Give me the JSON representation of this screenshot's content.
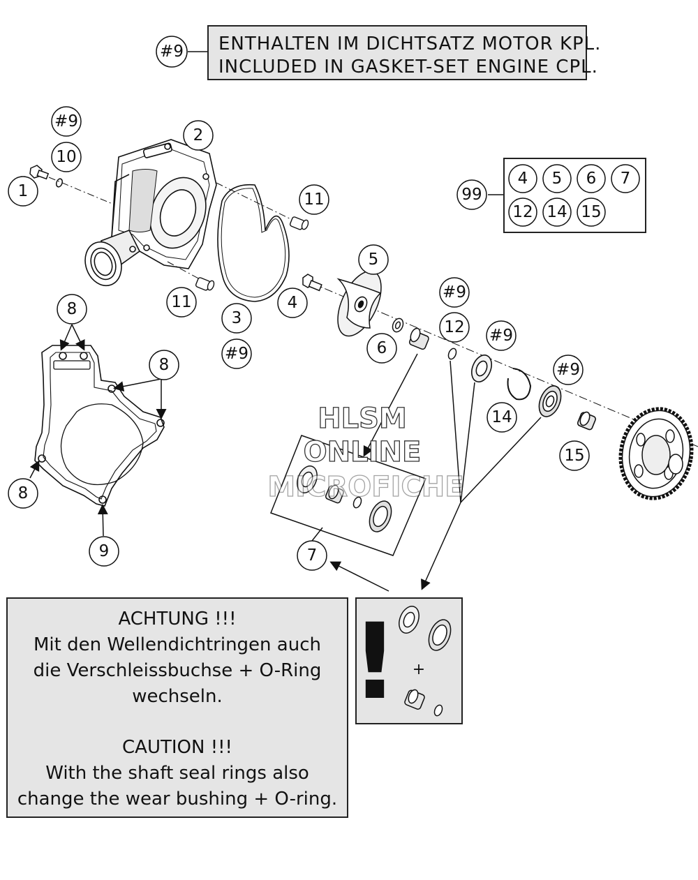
{
  "legend": {
    "ref": "#9",
    "line1": "ENTHALTEN IM DICHTSATZ MOTOR KPL.",
    "line2": "INCLUDED IN GASKET-SET ENGINE CPL."
  },
  "kit": {
    "ref": "99",
    "items": [
      "4",
      "5",
      "6",
      "7",
      "12",
      "14",
      "15"
    ]
  },
  "callouts": {
    "c1": "1",
    "c2": "2",
    "c3": "3",
    "c4": "4",
    "c5": "5",
    "c6": "6",
    "c7": "7",
    "c8a": "8",
    "c8b": "8",
    "c8c": "8",
    "c9": "9",
    "c10": "10",
    "c11a": "11",
    "c11b": "11",
    "c12": "12",
    "c14": "14",
    "c15": "15",
    "h9a": "#9",
    "h9b": "#9",
    "h9c": "#9",
    "h9d": "#9",
    "h9e": "#9"
  },
  "watermark": {
    "line1": "HLSM",
    "line2": "ONLINE",
    "line3": "MICROFICHE"
  },
  "caution": {
    "de_title": "ACHTUNG !!!",
    "de_line1": "Mit den Wellendichtringen auch",
    "de_line2": "die Verschleissbuchse + O-Ring",
    "de_line3": "wechseln.",
    "en_title": "CAUTION !!!",
    "en_line1": "With the shaft seal rings also",
    "en_line2": "change the wear bushing + O-ring."
  },
  "warning": {
    "mark": "!",
    "plus": "+"
  }
}
